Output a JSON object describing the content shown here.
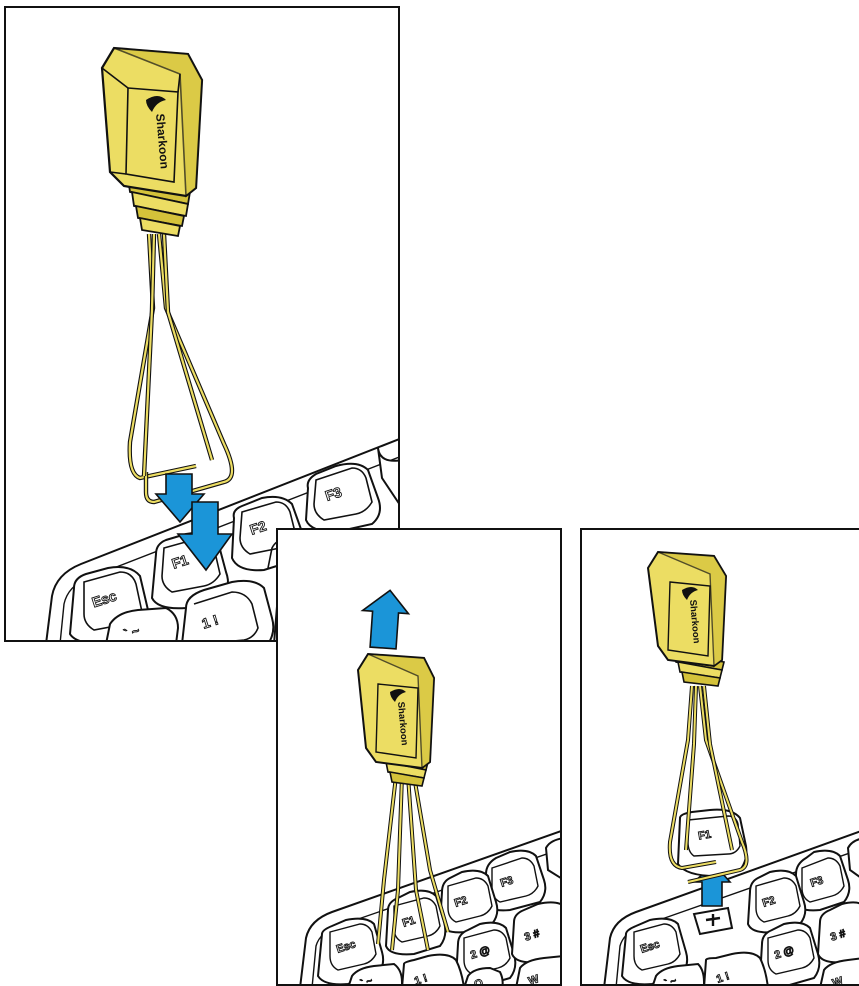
{
  "brand": "Sharkoon",
  "colors": {
    "tool_body": "#ecdd63",
    "tool_shade": "#d4c23a",
    "outline": "#111111",
    "arrow": "#1b95d8",
    "keycap": "#ffffff"
  },
  "icons": [
    "shark-logo-icon",
    "arrow-down-icon",
    "arrow-up-icon"
  ],
  "keys": {
    "esc": "Esc",
    "f1": "F1",
    "f2": "F2",
    "f3": "F3",
    "one": "1 !",
    "two": "2 @",
    "three": "3 #",
    "tilde": "` ~",
    "q": "Q",
    "w": "W"
  }
}
